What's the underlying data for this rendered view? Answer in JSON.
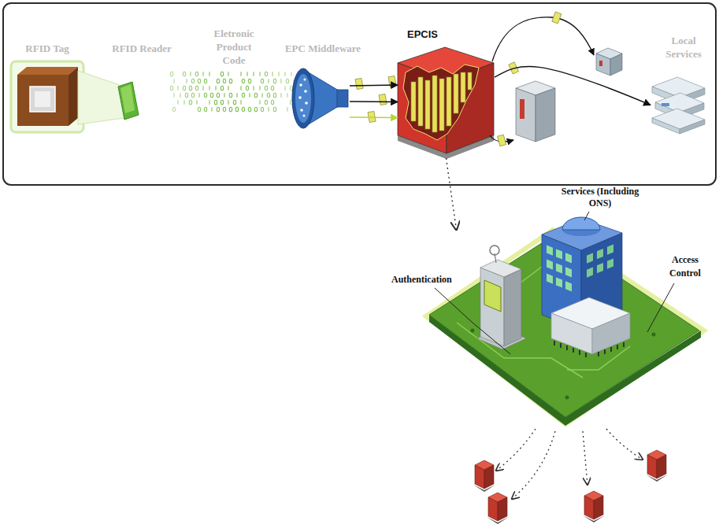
{
  "diagram": {
    "nodes": [
      {
        "text": [
          "RFID Tag"
        ]
      },
      {
        "text": [
          "RFID Reader"
        ]
      },
      {
        "text": [
          "Eletronic Product Code"
        ]
      },
      {
        "text": [
          "EPC Middleware"
        ]
      },
      {
        "text": [
          "EPCIS"
        ]
      },
      {
        "text": [
          "Local Services"
        ]
      },
      {
        "text": [
          "Services (Including ONS)",
          "Authentication",
          "Access Control"
        ]
      }
    ],
    "edges": [
      {
        "from": 3,
        "to": 4,
        "arrow": "to"
      },
      {
        "from": 3,
        "to": 4,
        "arrow": "to"
      },
      {
        "from": 3,
        "to": 4,
        "arrow": "to"
      },
      {
        "from": 4,
        "to": 5,
        "arrow": "to"
      },
      {
        "from": 4,
        "to": 6,
        "arrow": "to"
      }
    ]
  }
}
